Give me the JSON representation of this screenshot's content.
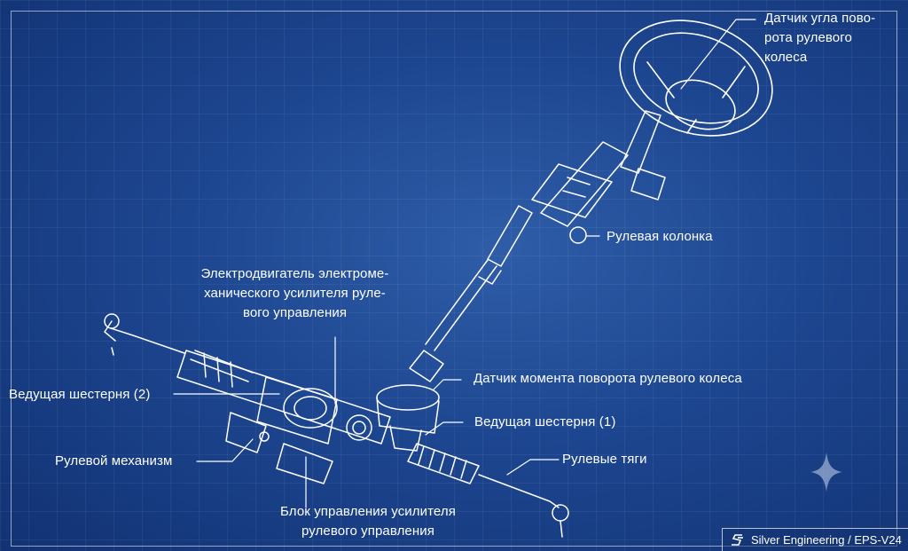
{
  "labels": {
    "steering_angle_sensor": [
      "Датчик угла пово-",
      "рота рулевого",
      "колеса"
    ],
    "steering_column": "Рулевая колонка",
    "electric_motor": [
      "Электродвигатель электроме-",
      "ханического усилителя руле-",
      "вого управления"
    ],
    "drive_gear_2": "Ведущая шестерня (2)",
    "torque_sensor": "Датчик момента поворота рулевого колеса",
    "drive_gear_1": "Ведущая шестерня (1)",
    "steering_gear": "Рулевой механизм",
    "tie_rods": "Рулевые тяги",
    "control_unit": [
      "Блок управления усилителя",
      "рулевого управления"
    ]
  },
  "stamp": {
    "text": "Silver Engineering / EPS-V24",
    "icon": "s-logo-icon"
  },
  "decoration": {
    "icon": "sparkle-icon"
  },
  "colors": {
    "background": "#1d4690",
    "line": "#ffffff"
  }
}
